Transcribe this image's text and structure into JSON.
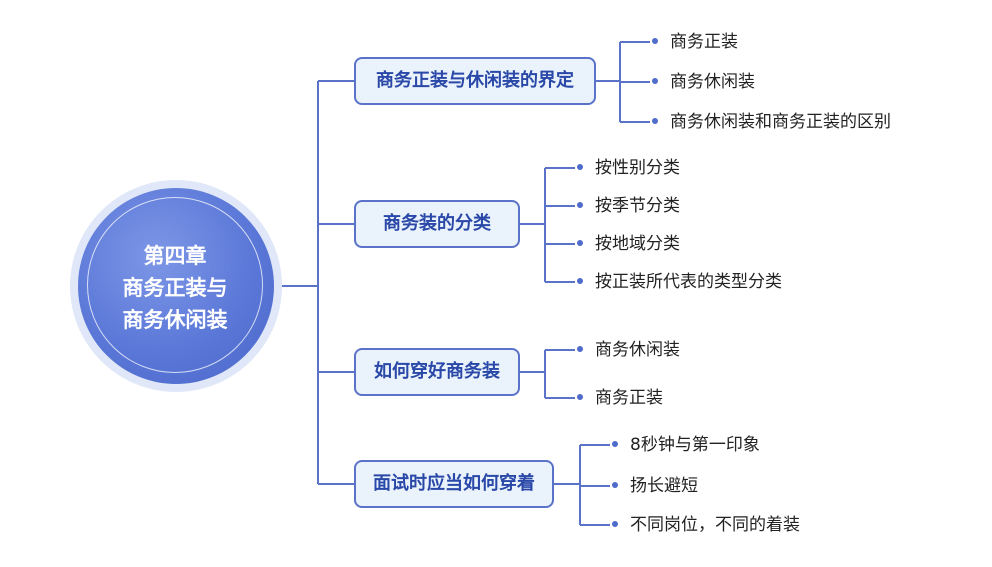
{
  "root": {
    "lines": [
      "第四章",
      "商务正装与",
      "商务休闲装"
    ]
  },
  "branches": [
    {
      "label": "商务正装与休闲装的界定",
      "items": [
        "商务正装",
        "商务休闲装",
        "商务休闲装和商务正装的区别"
      ]
    },
    {
      "label": "商务装的分类",
      "items": [
        "按性别分类",
        "按季节分类",
        "按地域分类",
        "按正装所代表的类型分类"
      ]
    },
    {
      "label": "如何穿好商务装",
      "items": [
        "商务休闲装",
        "商务正装"
      ]
    },
    {
      "label": "面试时应当如何穿着",
      "items": [
        "8秒钟与第一印象",
        "扬长避短",
        "不同岗位，不同的着装"
      ]
    }
  ],
  "colors": {
    "connector": "#5a73c9",
    "branch_border": "#5a73c9",
    "branch_fill": "#eaf2fb",
    "branch_text": "#2948a8",
    "root_fill": "#5b78d8",
    "bullet": "#4f6bcb"
  }
}
